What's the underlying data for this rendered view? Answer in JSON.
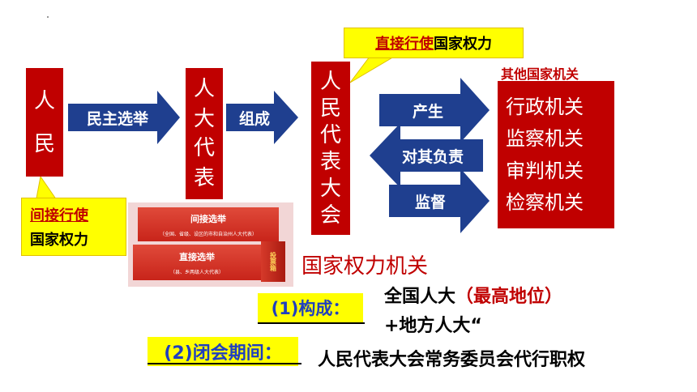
{
  "people": {
    "chars": [
      "人",
      "民"
    ]
  },
  "npc": {
    "chars": [
      "人",
      "大",
      "代",
      "表"
    ]
  },
  "congress": {
    "chars": [
      "人",
      "民",
      "代",
      "表",
      "大",
      "会"
    ]
  },
  "arrows": {
    "democratic_election": "民主选举",
    "compose": "组成",
    "produce": "产生",
    "responsible": "对其负责",
    "supervise": "监督"
  },
  "callouts": {
    "direct_red": "直接行使",
    "direct_black": "国家权力",
    "indirect_red": "间接行使",
    "indirect_black": "国家权力"
  },
  "other_organs": {
    "title": "其他国家机关",
    "items": [
      "行政机关",
      "监察机关",
      "审判机关",
      "检察机关"
    ]
  },
  "election_image": {
    "indirect_title": "间接选举",
    "indirect_sub": "（全国、省级、设区的市和自治州人大代表）",
    "direct_title": "直接选举",
    "direct_sub": "（县、乡两级人大代表）",
    "box_text": "投票箱"
  },
  "organ_heading": "国家权力机关",
  "composition": {
    "label": "(1)构成：",
    "line1_black": "全国人大",
    "line1_red": "（最高地位）",
    "line2": "+地方人大“"
  },
  "recess": {
    "label": "(2)闭会期间：",
    "text": "人民代表大会常务委员会代行职权"
  },
  "colors": {
    "red": "#c00000",
    "navy": "#1f3f8f",
    "yellow": "#ffff00",
    "blue_text": "#1f3fbf"
  }
}
